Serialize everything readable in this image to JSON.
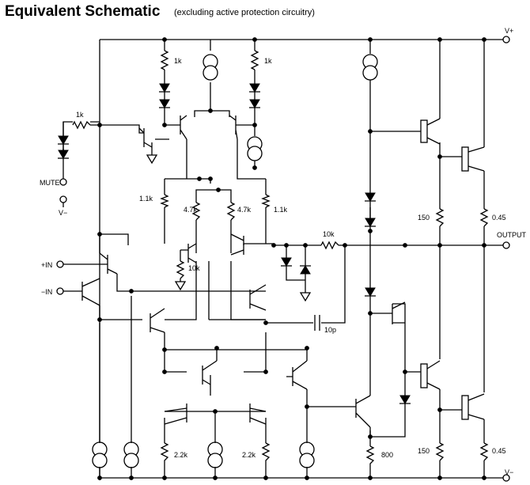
{
  "header": {
    "title": "Equivalent Schematic",
    "subtitle": "(excluding active protection circuitry)"
  },
  "terminals": {
    "vplus": "V+",
    "vminus": "V−",
    "mute": "MUTE",
    "mute_vminus": "V−",
    "in_plus": "+IN",
    "in_minus": "−IN",
    "output": "OUTPUT"
  },
  "components": {
    "r_mute": "1k",
    "r_top_left": "1k",
    "r_top_right": "1k",
    "r_1k1_left": "1.1k",
    "r_1k1_right": "1.1k",
    "r_4k7_left": "4.7k",
    "r_4k7_right": "4.7k",
    "r_10k_bias": "10k",
    "r_10k_fb": "10k",
    "c_comp": "10p",
    "r_150_top": "150",
    "r_0_45_top": "0.45",
    "r_150_bot": "150",
    "r_0_45_bot": "0.45",
    "r_2k2_left": "2.2k",
    "r_2k2_right": "2.2k",
    "r_800": "800"
  },
  "icons": {
    "transistor": "npn-pnp-transistor-icon",
    "diode": "diode-icon",
    "current_source": "current-source-icon",
    "resistor": "resistor-icon",
    "capacitor": "capacitor-icon",
    "ground": "ground-icon",
    "terminal": "terminal-icon"
  }
}
